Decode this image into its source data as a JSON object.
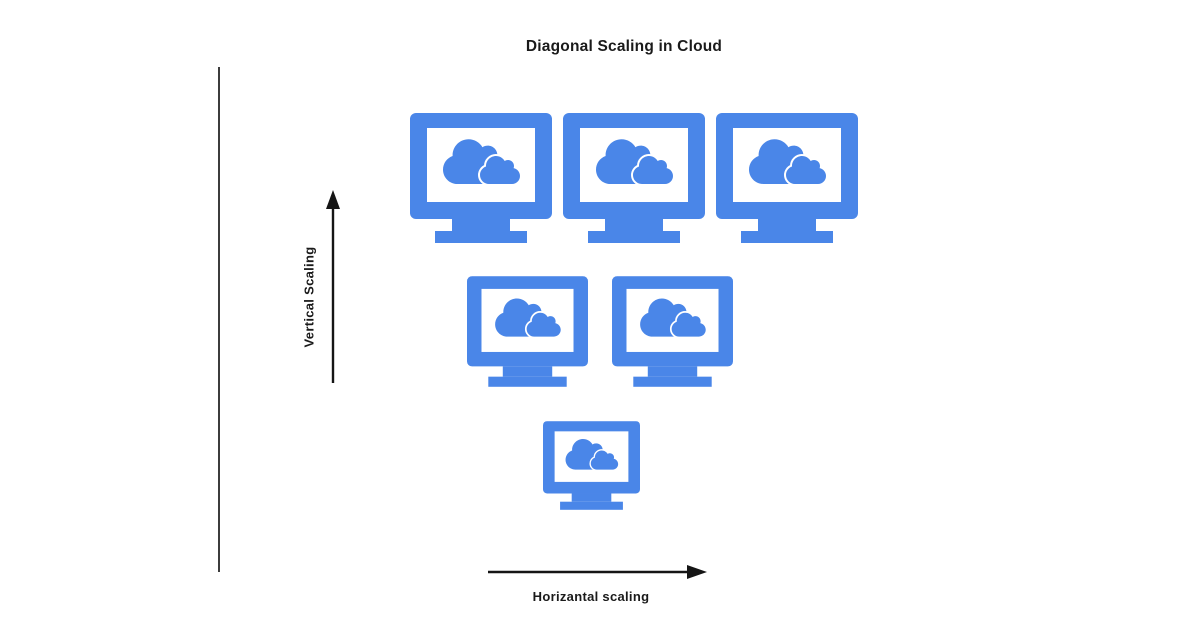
{
  "title": "Diagonal Scaling in Cloud",
  "axes": {
    "vertical_label": "Vertical Scaling",
    "horizontal_label": "Horizantal scaling"
  },
  "colors": {
    "monitor_blue": "#4A86E8",
    "arrow_black": "#151515",
    "axis_line_gray": "#3c3c3c",
    "text_black": "#1a1a1a",
    "background": "#ffffff"
  },
  "diagram": {
    "icon": "monitor-with-clouds-icon",
    "rows": [
      {
        "name": "top-row",
        "size": "large",
        "count": 3
      },
      {
        "name": "middle-row",
        "size": "medium",
        "count": 2
      },
      {
        "name": "bottom-row",
        "size": "small",
        "count": 1
      }
    ]
  }
}
